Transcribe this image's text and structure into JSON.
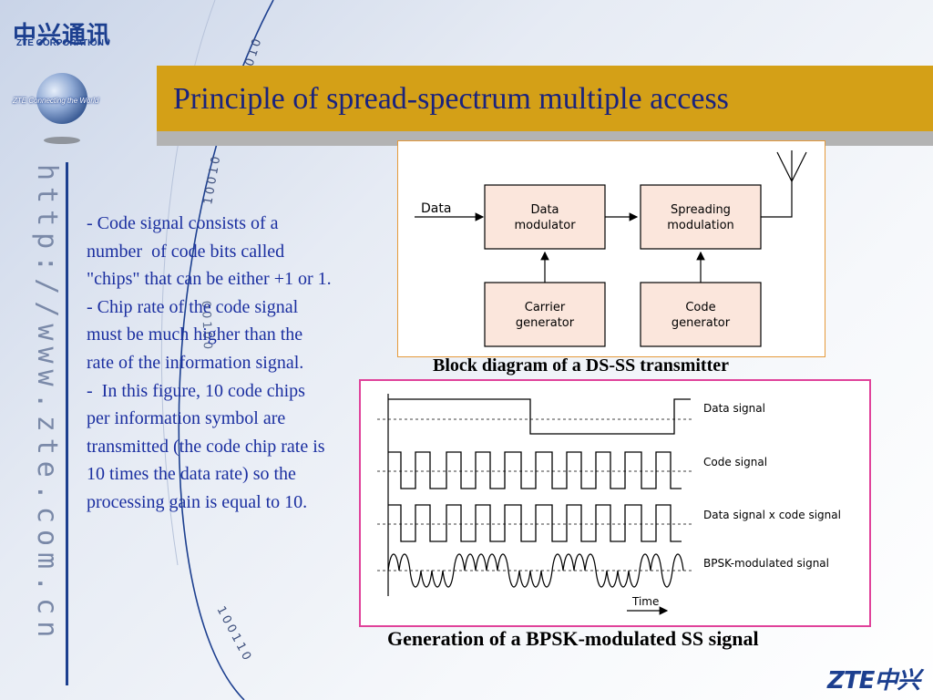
{
  "logo": {
    "cn": "中兴通讯",
    "corporation": "ZTE CORPORATION",
    "tagline": "ZTE Connecting the World"
  },
  "sidebar": {
    "url": "http://www.zte.com.cn"
  },
  "decor": {
    "binary_top": "01010",
    "binary_mid": "10010",
    "binary_low": "00100",
    "binary_bottom": "100110"
  },
  "slide": {
    "title": "Principle of spread-spectrum multiple  access",
    "bullets": [
      "- Code signal consists of a number  of code bits called \"chips\" that can be either +1 or 1.",
      "- Chip rate of the code signal must be much higher than the  rate of the information signal.",
      "-  In this figure, 10 code chips per information symbol are transmitted (the code chip rate is 10 times the data rate) so the processing gain is equal to 10."
    ]
  },
  "figure1": {
    "caption": "Block diagram of a DS-SS transmitter",
    "input_label": "Data",
    "blocks": [
      {
        "line1": "Data",
        "line2": "modulator"
      },
      {
        "line1": "Spreading",
        "line2": "modulation"
      },
      {
        "line1": "Carrier",
        "line2": "generator"
      },
      {
        "line1": "Code",
        "line2": "generator"
      }
    ]
  },
  "figure2": {
    "caption": "Generation of a BPSK-modulated SS signal",
    "signals": [
      "Data signal",
      "Code signal",
      "Data signal x code signal",
      "BPSK-modulated signal"
    ],
    "axis_label": "Time"
  },
  "footer": {
    "logo": "ZTE中兴"
  },
  "colors": {
    "title_bar": "#d4a017",
    "body_text": "#1b2fa0",
    "title_text": "#1a237e",
    "brand_blue": "#1c3f8f",
    "block_fill": "#fbe6dc"
  }
}
